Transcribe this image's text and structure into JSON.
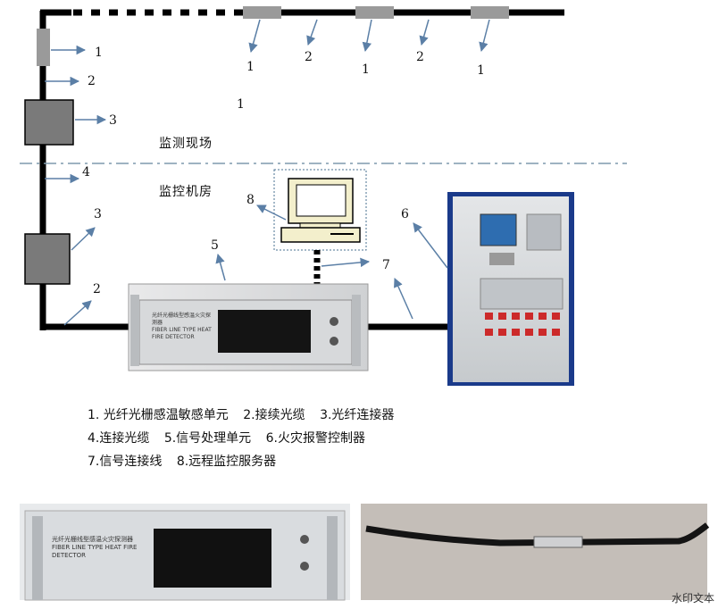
{
  "zones": {
    "field": "监测现场",
    "room": "监控机房"
  },
  "markers": {
    "top": [
      "1",
      "2",
      "1",
      "2",
      "1"
    ],
    "left": [
      "1",
      "2",
      "3",
      "4",
      "3",
      "2"
    ],
    "center": "1",
    "server": "8",
    "processor": "5",
    "cable": "7",
    "controller": "6"
  },
  "legend": {
    "row1": [
      "1. 光纤光栅感温敏感单元",
      "2.接续光缆",
      "3.光纤连接器"
    ],
    "row2": [
      "4.连接光缆",
      "5.信号处理单元",
      "6.火灾报警控制器"
    ],
    "row3": [
      "7.信号连接线",
      "8.远程监控服务器"
    ]
  },
  "device": {
    "title": "光纤光栅线型感温火灾探测器",
    "subtitle": "FIBER LINE TYPE HEAT FIRE DETECTOR"
  },
  "watermark": "水印文本",
  "colors": {
    "line": "#000000",
    "sensor": "#9a9a9a",
    "connector": "#7a7a7a",
    "arrow": "#5b7fa6",
    "divider": "#7f9aad",
    "panel": "#d8dce0"
  }
}
